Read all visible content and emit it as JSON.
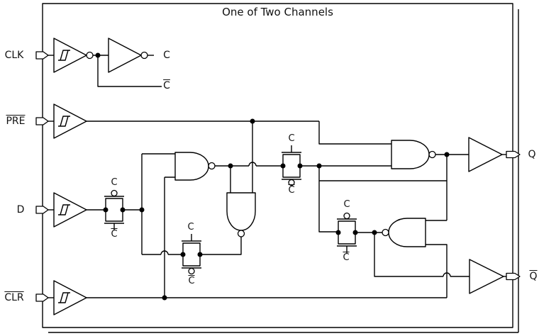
{
  "labels": {
    "title": "One of Two Channels",
    "clk": "CLK",
    "pre": "PRE",
    "d": "D",
    "clr": "CLR",
    "q": "Q",
    "q_bar": "Q",
    "c": "C",
    "c_bar": "C"
  },
  "colors": {
    "line": "#000000",
    "text": "#111111",
    "background": "#ffffff"
  }
}
